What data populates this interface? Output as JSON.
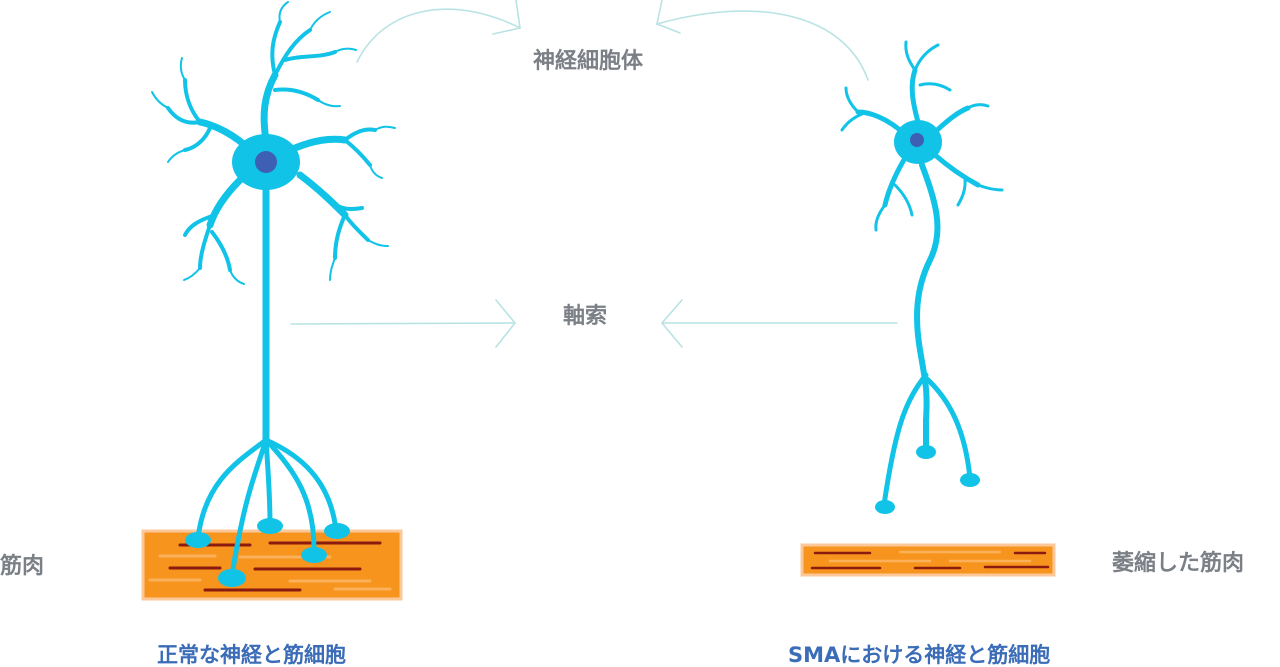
{
  "labels": {
    "cell_body": "神経細胞体",
    "axon": "軸索",
    "muscle": "筋肉",
    "atrophied_muscle": "萎縮した筋肉",
    "normal_caption": "正常な神経と筋細胞",
    "sma_caption": "SMAにおける神経と筋細胞"
  },
  "colors": {
    "neuron": "#12c3e8",
    "nucleus": "#3d5fb4",
    "muscle_fill": "#f7941d",
    "muscle_edge": "#fcc89a",
    "muscle_fiber_dark": "#8b1a0f",
    "muscle_fiber_light": "#fbb15a",
    "arrow": "#b9e3e3",
    "label_grey": "#7b7f86",
    "caption_blue": "#3b6cb7"
  },
  "icons": {
    "normal_neuron": "neuron-normal",
    "sma_neuron": "neuron-degenerated"
  }
}
